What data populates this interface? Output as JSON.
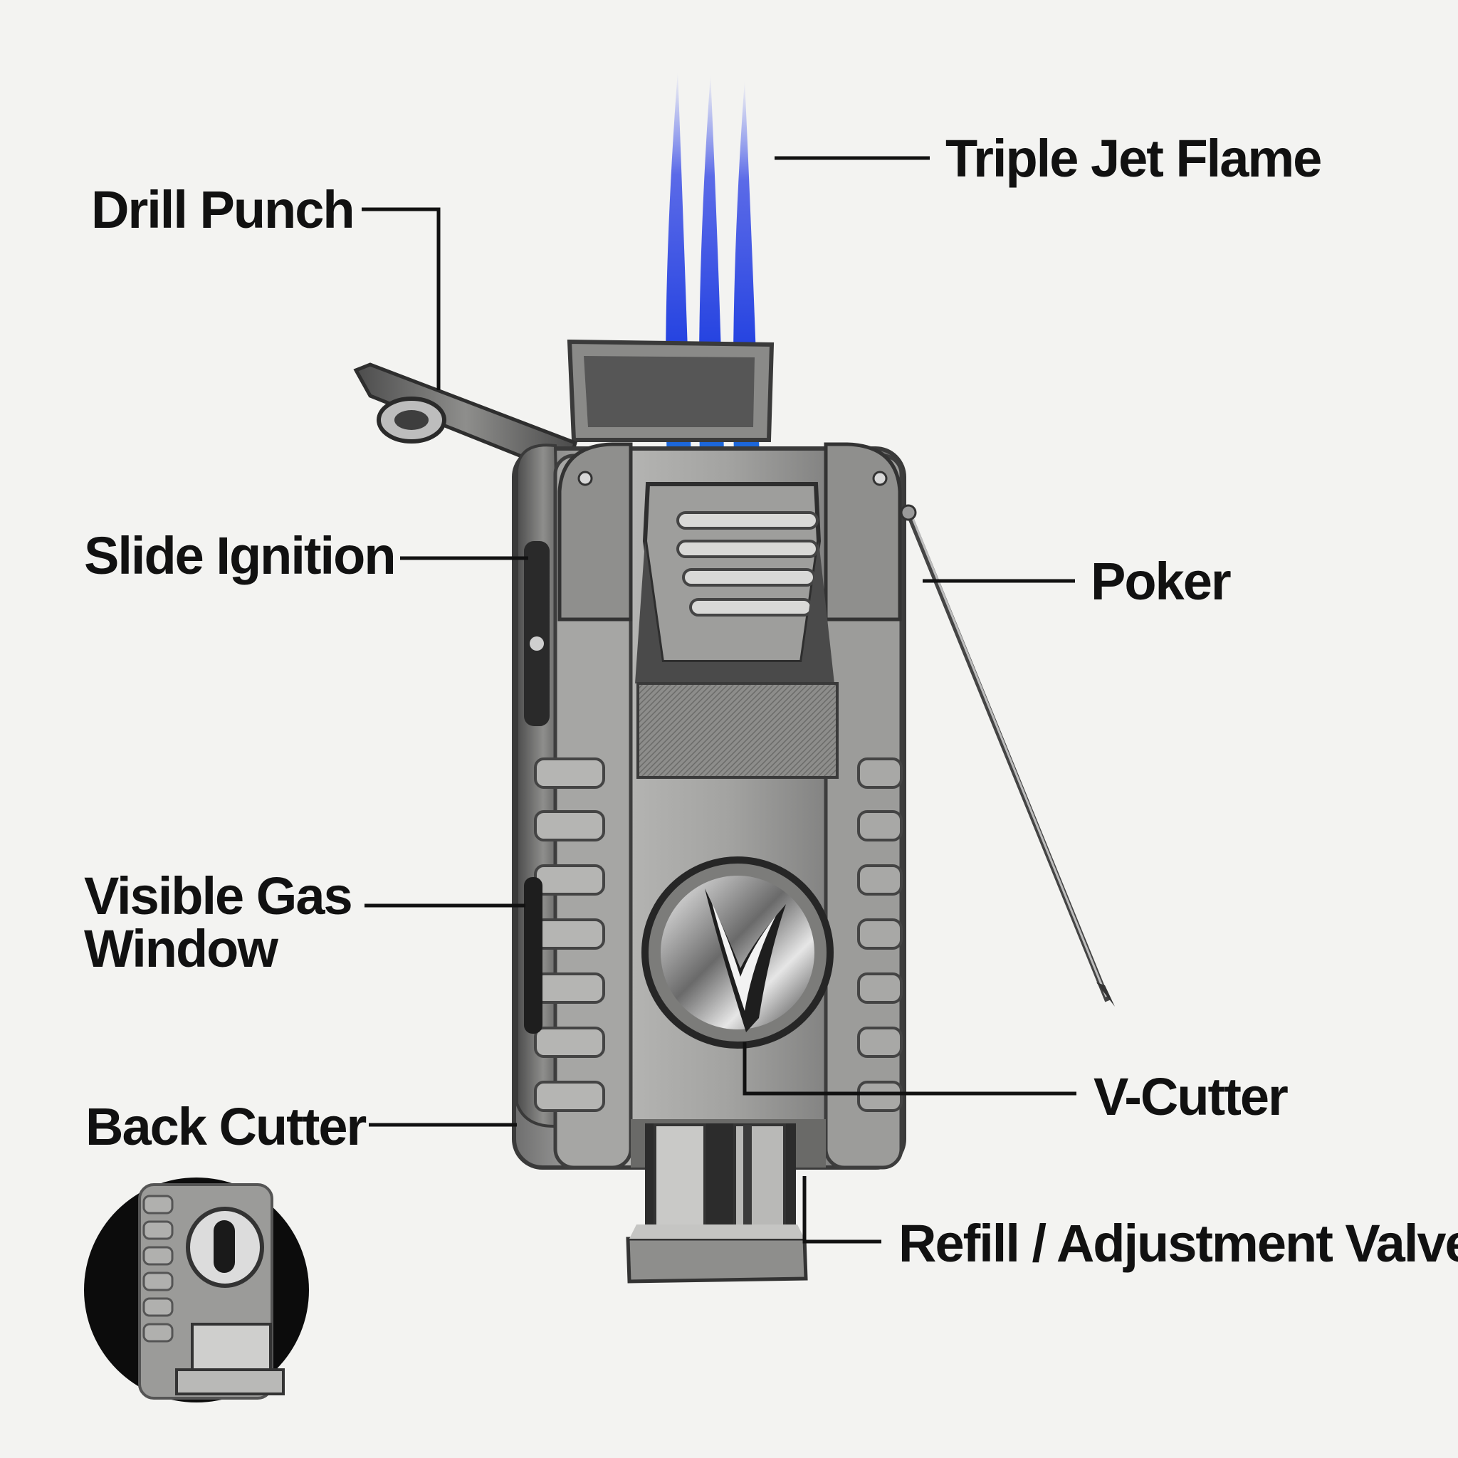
{
  "colors": {
    "background": "#f3f3f1",
    "label_text": "#111111",
    "leader_line": "#111111",
    "flame": "#2f47e0",
    "body_metal": "#9a9a9a",
    "inset_circle": "#0c0c0c"
  },
  "labels": {
    "drill_punch": "Drill Punch",
    "slide_ignition": "Slide Ignition",
    "visible_gas_window_line1": "Visible Gas",
    "visible_gas_window_line2": "Window",
    "back_cutter": "Back Cutter",
    "triple_jet_flame": "Triple Jet Flame",
    "poker": "Poker",
    "v_cutter": "V-Cutter",
    "refill_adjustment_valve": "Refill / Adjustment Valve"
  },
  "icons": [
    "triple-jet-flame-icon",
    "lighter-illustration",
    "back-cutter-inset-icon"
  ]
}
